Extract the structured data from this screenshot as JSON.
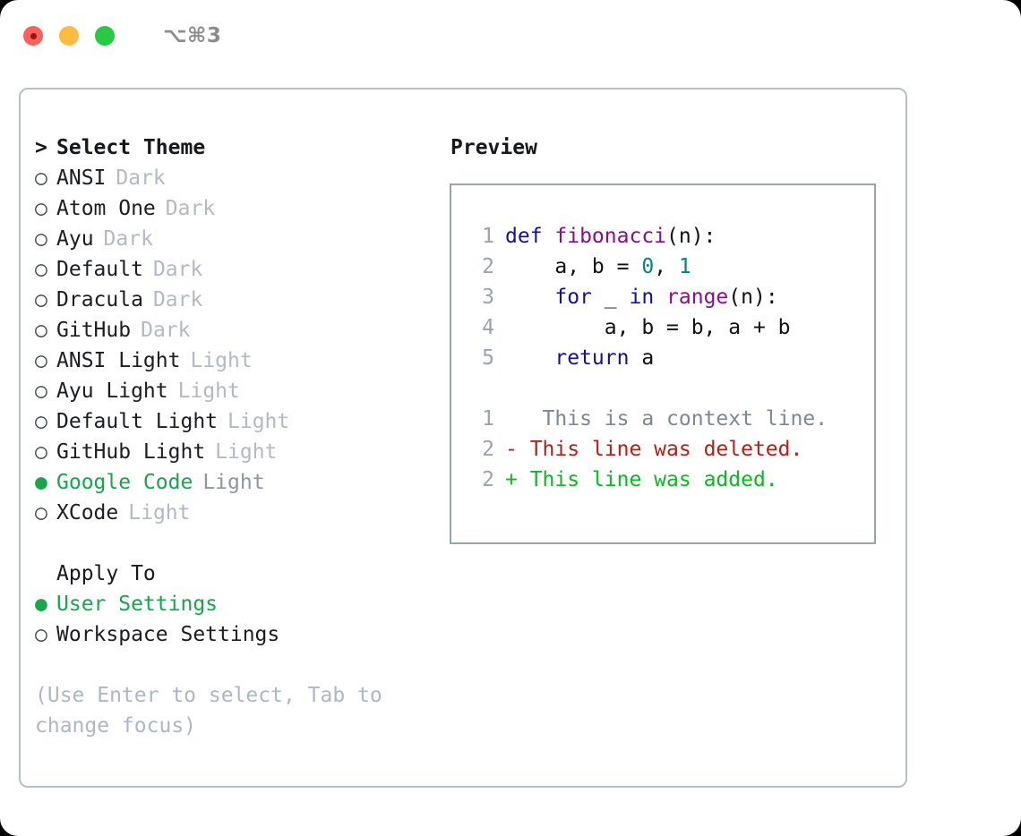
{
  "titlebar": {
    "shortcut": "⌥⌘3",
    "lights": [
      {
        "name": "close",
        "color": "#fc6058"
      },
      {
        "name": "minimize",
        "color": "#fdbc40"
      },
      {
        "name": "maximize",
        "color": "#27ca40"
      }
    ]
  },
  "theme_panel": {
    "heading": "Select Theme",
    "caret": ">",
    "bullet_selected": "●",
    "bullet_unselected": "○",
    "items": [
      {
        "name": "ANSI",
        "kind": "Dark",
        "selected": false
      },
      {
        "name": "Atom One",
        "kind": "Dark",
        "selected": false
      },
      {
        "name": "Ayu",
        "kind": "Dark",
        "selected": false
      },
      {
        "name": "Default",
        "kind": "Dark",
        "selected": false
      },
      {
        "name": "Dracula",
        "kind": "Dark",
        "selected": false
      },
      {
        "name": "GitHub",
        "kind": "Dark",
        "selected": false
      },
      {
        "name": "ANSI Light",
        "kind": "Light",
        "selected": false
      },
      {
        "name": "Ayu Light",
        "kind": "Light",
        "selected": false
      },
      {
        "name": "Default Light",
        "kind": "Light",
        "selected": false
      },
      {
        "name": "GitHub Light",
        "kind": "Light",
        "selected": false
      },
      {
        "name": "Google Code",
        "kind": "Light",
        "selected": true
      },
      {
        "name": "XCode",
        "kind": "Light",
        "selected": false
      }
    ]
  },
  "apply_to": {
    "heading": "Apply To",
    "options": [
      {
        "label": "User Settings",
        "selected": true
      },
      {
        "label": "Workspace Settings",
        "selected": false
      }
    ]
  },
  "hint": "(Use Enter to select, Tab to change focus)",
  "preview": {
    "title": "Preview",
    "code_lines": [
      {
        "num": "1",
        "tokens": [
          {
            "t": "def ",
            "c": "kw"
          },
          {
            "t": "fibonacci",
            "c": "fn"
          },
          {
            "t": "(n):",
            "c": "txt"
          }
        ]
      },
      {
        "num": "2",
        "tokens": [
          {
            "t": "    a, b = ",
            "c": "txt"
          },
          {
            "t": "0",
            "c": "num"
          },
          {
            "t": ", ",
            "c": "txt"
          },
          {
            "t": "1",
            "c": "num"
          }
        ]
      },
      {
        "num": "3",
        "tokens": [
          {
            "t": "    ",
            "c": "txt"
          },
          {
            "t": "for",
            "c": "kw"
          },
          {
            "t": " _ ",
            "c": "txt"
          },
          {
            "t": "in",
            "c": "kw"
          },
          {
            "t": " ",
            "c": "txt"
          },
          {
            "t": "range",
            "c": "fn"
          },
          {
            "t": "(n):",
            "c": "txt"
          }
        ]
      },
      {
        "num": "4",
        "tokens": [
          {
            "t": "        a, b = b, a + b",
            "c": "txt"
          }
        ]
      },
      {
        "num": "5",
        "tokens": [
          {
            "t": "    ",
            "c": "txt"
          },
          {
            "t": "return",
            "c": "kw"
          },
          {
            "t": " a",
            "c": "txt"
          }
        ]
      }
    ],
    "diff_lines": [
      {
        "num": "1",
        "marker": " ",
        "text": "  This is a context line.",
        "c": "ctx"
      },
      {
        "num": "2",
        "marker": "-",
        "text": " This line was deleted.",
        "c": "del"
      },
      {
        "num": "2",
        "marker": "+",
        "text": " This line was added.",
        "c": "add"
      }
    ]
  },
  "colors": {
    "accent_green": "#17a64a",
    "keyword_blue": "#1010a8",
    "function_magenta": "#8b0d8b",
    "number_teal": "#0a8080",
    "diff_deleted_red": "#bb1c14",
    "diff_added_green": "#06bd1c",
    "border_gray": "#b6bfcc",
    "muted_gray": "#b3bac6"
  }
}
